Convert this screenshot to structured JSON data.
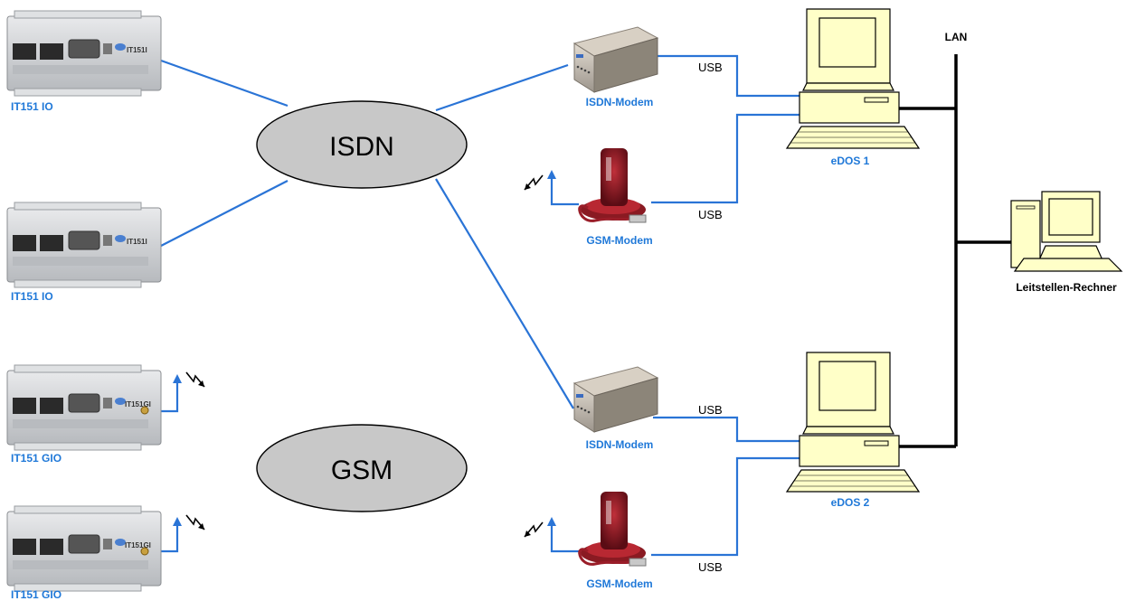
{
  "networks": {
    "isdn": "ISDN",
    "gsm": "GSM"
  },
  "field_devices": {
    "io_1": "IT151 IO",
    "io_2": "IT151 IO",
    "gio_1": "IT151 GIO",
    "gio_2": "IT151 GIO",
    "model_io_1": "IT151I",
    "model_io_2": "IT151I",
    "model_gio_1": "IT151GI",
    "model_gio_2": "IT151GI"
  },
  "modems": {
    "isdn_1": "ISDN-Modem",
    "gsm_1": "GSM-Modem",
    "isdn_2": "ISDN-Modem",
    "gsm_2": "GSM-Modem"
  },
  "connections": {
    "usb_1": "USB",
    "usb_2": "USB",
    "usb_3": "USB",
    "usb_4": "USB",
    "lan": "LAN"
  },
  "computers": {
    "edos_1": "eDOS 1",
    "edos_2": "eDOS 2",
    "control_center": "Leitstellen-Rechner"
  },
  "colors": {
    "link_blue": "#2a74d6",
    "label_blue": "#1f78d8",
    "cloud_gray": "#c8c8c8",
    "monitor_yellow": "#ffffc8"
  },
  "icons": [
    "antenna-signal-icon",
    "lightning-icon"
  ]
}
